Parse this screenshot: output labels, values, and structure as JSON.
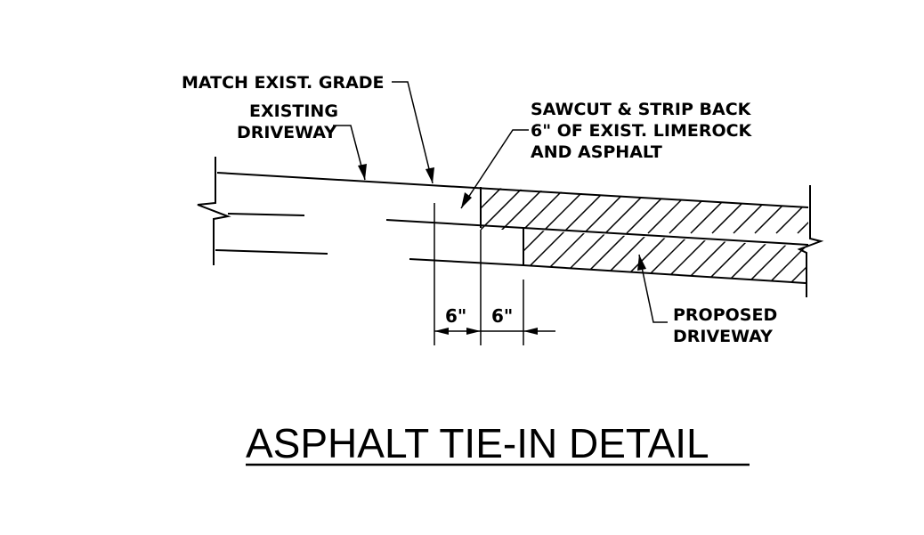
{
  "labels": {
    "match_grade": "MATCH EXIST. GRADE",
    "existing_driveway_1": "EXISTING",
    "existing_driveway_2": "DRIVEWAY",
    "sawcut_1": "SAWCUT & STRIP BACK",
    "sawcut_2": "6\" OF EXIST. LIMEROCK",
    "sawcut_3": "AND ASPHALT",
    "proposed_driveway_1": "PROPOSED",
    "proposed_driveway_2": "DRIVEWAY"
  },
  "dimensions": {
    "left": "6\"",
    "right": "6\""
  },
  "title": "ASPHALT TIE-IN DETAIL",
  "colors": {
    "line": "#000000",
    "background": "#ffffff"
  }
}
